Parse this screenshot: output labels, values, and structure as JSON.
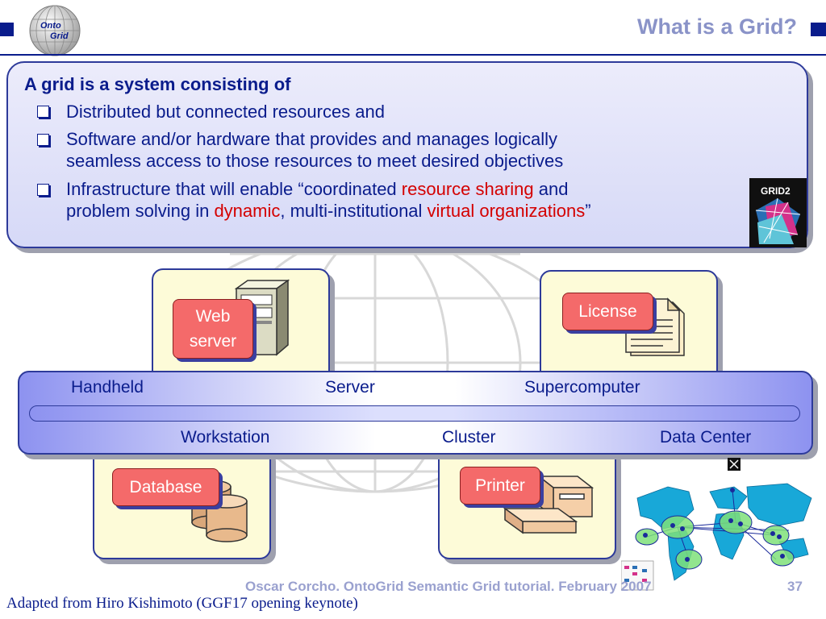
{
  "slide": {
    "title": "What is a Grid?",
    "logo_text": [
      "Onto",
      "Grid"
    ]
  },
  "definition": {
    "heading": "A grid is a system consisting of",
    "bullet1": "Distributed but connected resources and",
    "bullet2_line1": "Software and/or hardware that provides and manages logically",
    "bullet2_line2": "seamless access to those resources to meet desired objectives",
    "bullet3_line1_a": "Infrastructure that will enable “coordinated ",
    "bullet3_line1_red": "resource sharing",
    "bullet3_line1_b": " and",
    "bullet3_line2_a": "problem solving in ",
    "bullet3_line2_red1": "dynamic",
    "bullet3_line2_b": ", multi-institutional ",
    "bullet3_line2_red2": "virtual organizations",
    "bullet3_line2_c": "”",
    "book_title": "GRID2"
  },
  "resources": {
    "web_server": [
      "Web",
      "server"
    ],
    "license": "License",
    "database": "Database",
    "printer": "Printer"
  },
  "band": {
    "top_labels": [
      "Handheld",
      "Server",
      "Supercomputer"
    ],
    "bottom_labels": [
      "Workstation",
      "Cluster",
      "Data Center"
    ]
  },
  "footer": {
    "text": "Oscar Corcho. OntoGrid Semantic Grid tutorial. February 2007",
    "page": "37",
    "credit": "Adapted from Hiro Kishimoto (GGF17 opening keynote)"
  },
  "colors": {
    "navy": "#0a1c8c",
    "highlight_red": "#d40000",
    "tag_red": "#f46a6a",
    "box_yellow": "#fdfbd8"
  }
}
